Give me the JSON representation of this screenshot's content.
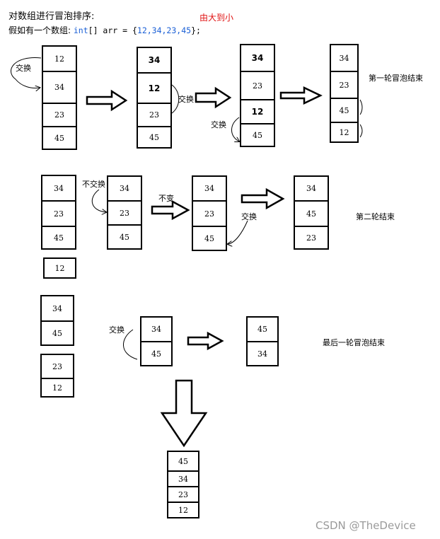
{
  "header": {
    "title": "对数组进行冒泡排序:",
    "decl_prefix": "假如有一个数组: ",
    "decl_keyword": "int",
    "decl_rest": "[] arr = {",
    "decl_values": "12,34,23,45",
    "decl_end": "};",
    "order_note": "由大到小"
  },
  "round1": {
    "step1": [
      "12",
      "34",
      "23",
      "45"
    ],
    "step2": [
      "34",
      "12",
      "23",
      "45"
    ],
    "step3": [
      "34",
      "23",
      "12",
      "45"
    ],
    "step4": [
      "34",
      "23",
      "45",
      "12"
    ],
    "swap_label": "交换",
    "end_label": "第一轮冒泡结束"
  },
  "round2": {
    "step1": [
      "34",
      "23",
      "45"
    ],
    "removed": "12",
    "step2": [
      "34",
      "23",
      "45"
    ],
    "step3": [
      "34",
      "23",
      "45"
    ],
    "step4": [
      "34",
      "45",
      "23"
    ],
    "no_swap_label": "不交换",
    "unchanged_label": "不变",
    "swap_label": "交换",
    "end_label": "第二轮结束"
  },
  "round3": {
    "pair_a": [
      "34",
      "45"
    ],
    "pair_b": [
      "23",
      "12"
    ],
    "step2": [
      "34",
      "45"
    ],
    "step3": [
      "45",
      "34"
    ],
    "swap_label": "交换",
    "end_label": "最后一轮冒泡结束"
  },
  "result": [
    "45",
    "34",
    "23",
    "12"
  ],
  "watermark": "CSDN @TheDevice"
}
